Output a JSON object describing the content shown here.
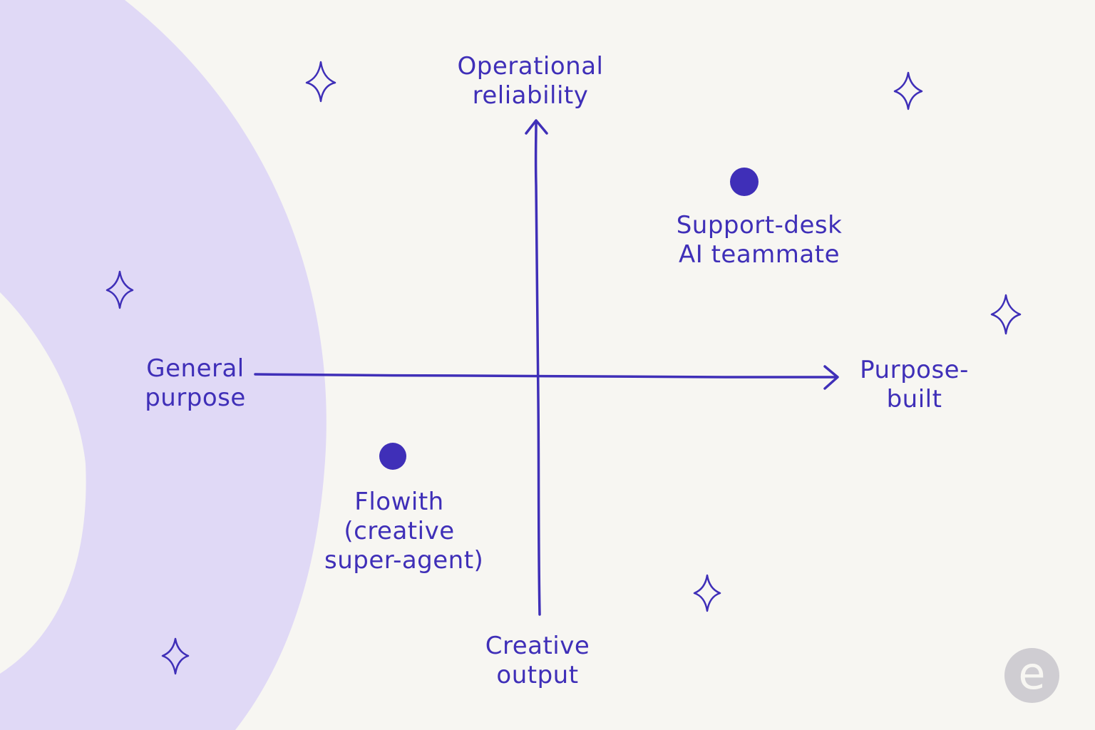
{
  "colors": {
    "background": "#f7f6f2",
    "accent_shape": "#e0d9f6",
    "ink": "#3f2fb8",
    "logo": "#cfcdd2"
  },
  "axes": {
    "top": [
      "Operational",
      "reliability"
    ],
    "bottom": [
      "Creative",
      "output"
    ],
    "left": [
      "General",
      "purpose"
    ],
    "right": [
      "Purpose-",
      "built"
    ]
  },
  "points": [
    {
      "label": [
        "Support-desk",
        "AI teammate"
      ],
      "quadrant": "top-right"
    },
    {
      "label": [
        "Flowith",
        "(creative",
        "super-agent)"
      ],
      "quadrant": "bottom-left"
    }
  ],
  "decorations": [
    "sparkle-icon",
    "sparkle-icon",
    "sparkle-icon",
    "sparkle-icon",
    "sparkle-icon",
    "sparkle-icon"
  ],
  "logo": {
    "icon": "e-logo-icon",
    "letter": "e"
  }
}
